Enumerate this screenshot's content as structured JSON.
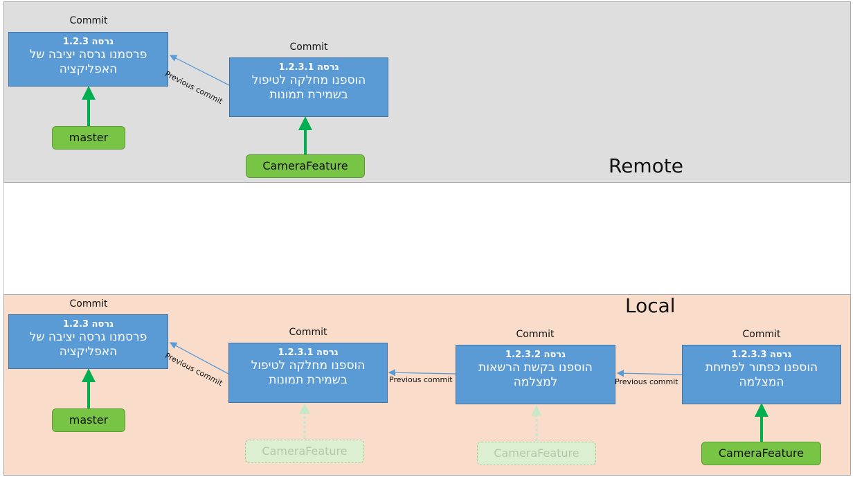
{
  "remote": {
    "title": "Remote",
    "commit_a": {
      "header": "Commit",
      "version": "גרסה 1.2.3",
      "message": "פרסמנו גרסה יציבה של האפליקציה"
    },
    "commit_b": {
      "header": "Commit",
      "version": "גרסה 1.2.3.1",
      "message": "הוספנו מחלקה לטיפול בשמירת תמונות"
    },
    "edge_ba": "Previous commit",
    "branch_master": "master",
    "branch_feature": "CameraFeature"
  },
  "local": {
    "title": "Local",
    "commit_a": {
      "header": "Commit",
      "version": "גרסה 1.2.3",
      "message": "פרסמנו גרסה יציבה של האפליקציה"
    },
    "commit_b": {
      "header": "Commit",
      "version": "גרסה 1.2.3.1",
      "message": "הוספנו מחלקה לטיפול בשמירת תמונות"
    },
    "commit_c": {
      "header": "Commit",
      "version": "גרסה 1.2.3.2",
      "message": "הוספנו בקשת הרשאות למצלמה"
    },
    "commit_d": {
      "header": "Commit",
      "version": "גרסה 1.2.3.3",
      "message": "הוספנו כפתור לפתיחת המצלמה"
    },
    "edge_ba": "Previous commit",
    "edge_cb": "Previous commit",
    "edge_dc": "Previous commit",
    "branch_master": "master",
    "branch_feature_old1": "CameraFeature",
    "branch_feature_old2": "CameraFeature",
    "branch_feature": "CameraFeature"
  },
  "colors": {
    "commit_fill": "#5b9bd5",
    "branch_fill": "#78c445",
    "branch_arrow": "#00b050",
    "edge_arrow": "#5b9bd5",
    "remote_bg": "#dededf",
    "local_bg": "#f9dcc9"
  }
}
